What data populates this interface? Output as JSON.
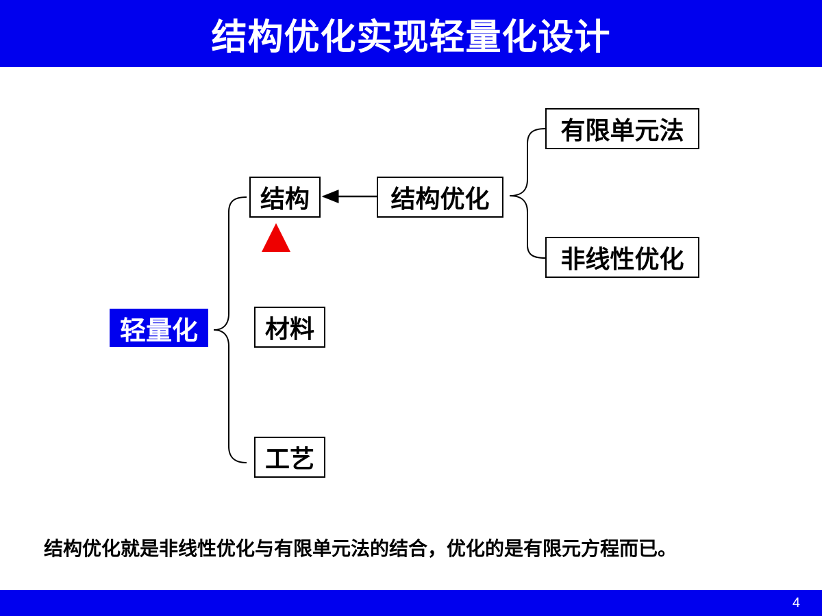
{
  "header": {
    "title": "结构优化实现轻量化设计"
  },
  "diagram": {
    "root": "轻量化",
    "branches": [
      "结构",
      "材料",
      "工艺"
    ],
    "structure_source": "结构优化",
    "optimization_components": [
      "有限单元法",
      "非线性优化"
    ]
  },
  "conclusion": "结构优化就是非线性优化与有限单元法的结合，优化的是有限元方程而已。",
  "footer": {
    "page_number": "4"
  },
  "colors": {
    "brand_blue": "#0000ee",
    "marker_red": "#ee0000"
  }
}
